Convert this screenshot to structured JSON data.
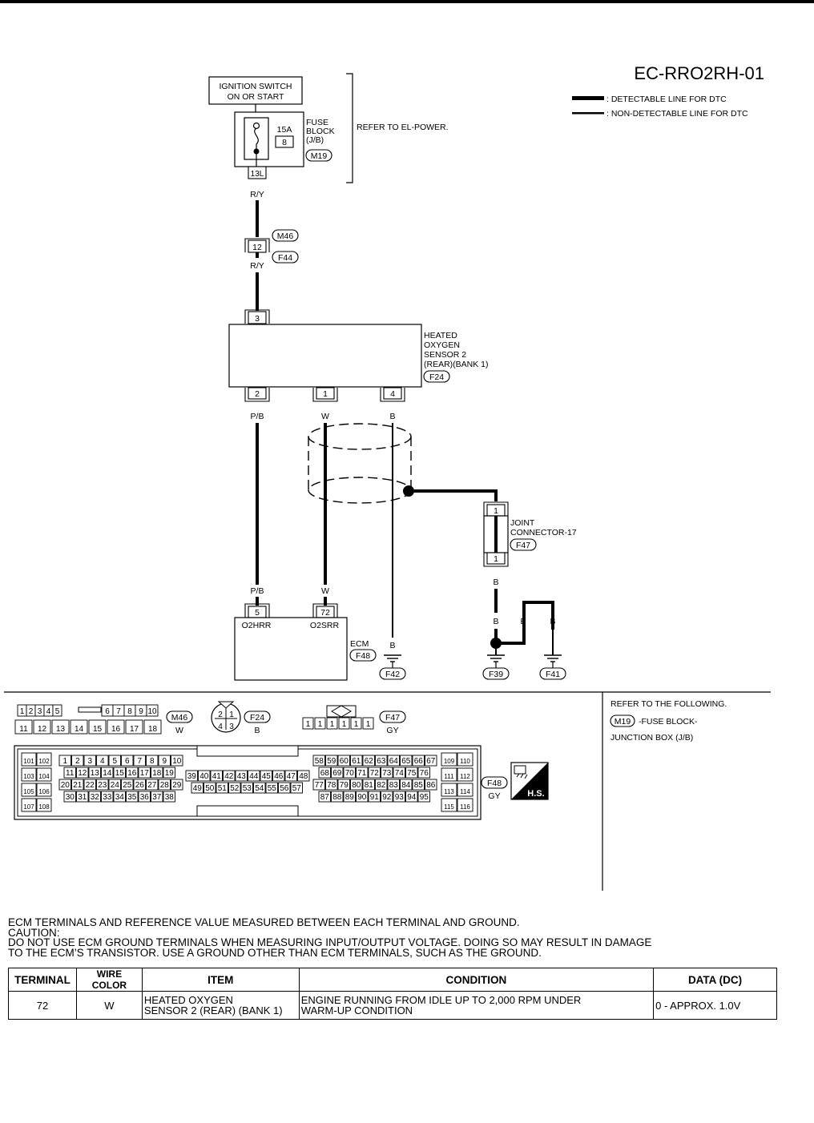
{
  "diagram": {
    "code": "EC-RRO2RH-01",
    "legend": {
      "detectable": ": DETECTABLE LINE FOR DTC",
      "non_detectable": ": NON-DETECTABLE LINE FOR DTC"
    },
    "ignition_switch": {
      "line1": "IGNITION SWITCH",
      "line2": "ON OR START"
    },
    "fuse": {
      "amps": "15A",
      "number": "8",
      "line1": "FUSE",
      "line2": "BLOCK",
      "line3": "(J/B)",
      "connector": "M19",
      "terminal": "13L"
    },
    "refer_el_power": "REFER TO EL-POWER.",
    "wire_ry_1": "R/Y",
    "wire_ry_2": "R/Y",
    "connector_m46": "M46",
    "connector_f44": "F44",
    "terminal_12": "12",
    "sensor": {
      "line1": "HEATED",
      "line2": "OXYGEN",
      "line3": "SENSOR 2",
      "line4": "(REAR)(BANK 1)",
      "connector": "F24",
      "t_top": "3",
      "t2": "2",
      "t1": "1",
      "t4": "4",
      "wire_pb": "P/B",
      "wire_w": "W",
      "wire_b": "B"
    },
    "joint": {
      "line1": "JOINT",
      "line2": "CONNECTOR-17",
      "connector": "F47",
      "t_top": "1",
      "t_bottom": "1",
      "wire_b": "B"
    },
    "ecm": {
      "label": "ECM",
      "connector": "F48",
      "t5": "5",
      "t72": "72",
      "pin5": "O2HRR",
      "pin72": "O2SRR",
      "wire_pb": "P/B",
      "wire_w": "W"
    },
    "ground_wires": {
      "g1": "B",
      "g2": "B",
      "g3": "B",
      "g4": "B"
    },
    "grounds": [
      "F42",
      "F39",
      "F41"
    ]
  },
  "connectors_panel": {
    "m46": {
      "id": "M46",
      "color": "W",
      "row1": [
        "1",
        "2",
        "3",
        "4",
        "5",
        "6",
        "7",
        "8",
        "9",
        "10"
      ],
      "row2": [
        "11",
        "12",
        "13",
        "14",
        "15",
        "16",
        "17",
        "18"
      ]
    },
    "f24": {
      "id": "F24",
      "color": "B",
      "pins": [
        "2",
        "1",
        "4",
        "3"
      ]
    },
    "f47": {
      "id": "F47",
      "color": "GY",
      "pins": [
        "1",
        "1",
        "1",
        "1",
        "1",
        "1"
      ]
    },
    "f48": {
      "id": "F48",
      "color": "GY",
      "badge": "H.S.",
      "left_pairs": [
        [
          "101",
          "102"
        ],
        [
          "103",
          "104"
        ],
        [
          "105",
          "106"
        ],
        [
          "107",
          "108"
        ]
      ],
      "right_pairs": [
        [
          "109",
          "110"
        ],
        [
          "111",
          "112"
        ],
        [
          "113",
          "114"
        ],
        [
          "115",
          "116"
        ]
      ],
      "g1": [
        [
          "1",
          "2",
          "3",
          "4",
          "5",
          "6",
          "7",
          "8",
          "9",
          "10"
        ],
        [
          "11",
          "12",
          "13",
          "14",
          "15",
          "16",
          "17",
          "18",
          "19"
        ],
        [
          "20",
          "21",
          "22",
          "23",
          "24",
          "25",
          "26",
          "27",
          "28",
          "29"
        ],
        [
          "30",
          "31",
          "32",
          "33",
          "34",
          "35",
          "36",
          "37",
          "38"
        ]
      ],
      "g2": [
        [
          "39",
          "40",
          "41",
          "42",
          "43",
          "44",
          "45",
          "46",
          "47",
          "48"
        ],
        [
          "49",
          "50",
          "51",
          "52",
          "53",
          "54",
          "55",
          "56",
          "57"
        ]
      ],
      "g3": [
        [
          "58",
          "59",
          "60",
          "61",
          "62",
          "63",
          "64",
          "65",
          "66",
          "67"
        ],
        [
          "68",
          "69",
          "70",
          "71",
          "72",
          "73",
          "74",
          "75",
          "76"
        ],
        [
          "77",
          "78",
          "79",
          "80",
          "81",
          "82",
          "83",
          "84",
          "85",
          "86"
        ],
        [
          "87",
          "88",
          "89",
          "90",
          "91",
          "92",
          "93",
          "94",
          "95"
        ]
      ]
    },
    "refer": {
      "title": "REFER TO THE FOLLOWING.",
      "connector": "M19",
      "text1": "-FUSE BLOCK-",
      "text2": "JUNCTION BOX (J/B)"
    }
  },
  "notes": {
    "heading": "ECM TERMINALS AND REFERENCE VALUE MEASURED BETWEEN EACH TERMINAL AND GROUND.",
    "caution_label": "CAUTION:",
    "caution_line1": "DO NOT USE ECM GROUND TERMINALS WHEN MEASURING INPUT/OUTPUT VOLTAGE. DOING SO MAY RESULT IN DAMAGE",
    "caution_line2": "TO THE ECM’S TRANSISTOR. USE A GROUND OTHER THAN ECM TERMINALS, SUCH AS THE GROUND."
  },
  "table": {
    "headers": {
      "terminal": "TERMINAL",
      "wire": "WIRE COLOR",
      "item": "ITEM",
      "condition": "CONDITION",
      "data": "DATA (DC)"
    },
    "row": {
      "terminal": "72",
      "wire": "W",
      "item1": "HEATED OXYGEN",
      "item2": "SENSOR 2 (REAR) (BANK 1)",
      "cond1": "ENGINE RUNNING FROM IDLE UP TO 2,000 RPM UNDER",
      "cond2": "WARM-UP CONDITION",
      "data": "0 - APPROX. 1.0V"
    }
  }
}
